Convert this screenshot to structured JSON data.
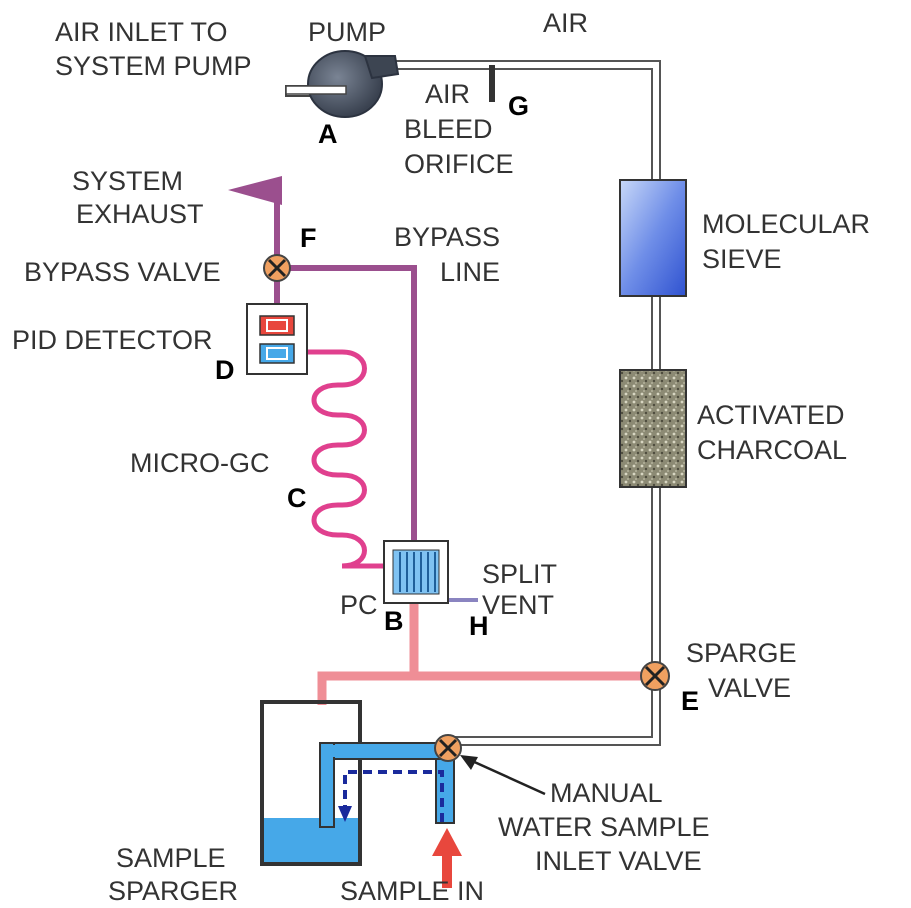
{
  "diagram": {
    "labels": {
      "air_inlet_line1": "AIR INLET TO",
      "air_inlet_line2": "SYSTEM PUMP",
      "pump": "PUMP",
      "air": "AIR",
      "air_bleed_line1": "AIR",
      "air_bleed_line2": "BLEED",
      "air_bleed_line3": "ORIFICE",
      "system_exhaust_line1": "SYSTEM",
      "system_exhaust_line2": "EXHAUST",
      "bypass_valve": "BYPASS VALVE",
      "bypass_line_line1": "BYPASS",
      "bypass_line_line2": "LINE",
      "pid_detector": "PID DETECTOR",
      "molecular_sieve_line1": "MOLECULAR",
      "molecular_sieve_line2": "SIEVE",
      "activated_charcoal_line1": "ACTIVATED",
      "activated_charcoal_line2": "CHARCOAL",
      "micro_gc": "MICRO-GC",
      "split_vent_line1": "SPLIT",
      "split_vent_line2": "VENT",
      "pc": "PC",
      "sparge_valve_line1": "SPARGE",
      "sparge_valve_line2": "VALVE",
      "manual_valve_line1": "MANUAL",
      "manual_valve_line2": "WATER SAMPLE",
      "manual_valve_line3": "INLET VALVE",
      "sample_sparger_line1": "SAMPLE",
      "sample_sparger_line2": "SPARGER",
      "sample_in": "SAMPLE IN"
    },
    "letters": {
      "a": "A",
      "b": "B",
      "c": "C",
      "d": "D",
      "e": "E",
      "f": "F",
      "g": "G",
      "h": "H"
    },
    "colors": {
      "exhaust_line": "#9b4f8e",
      "sample_line": "#ef8e96",
      "micro_gc_coil": "#e0408e",
      "water": "#46a8e8",
      "split_vent": "#8a84c0",
      "valve": "#f0a060",
      "sample_in_arrow": "#e8473d",
      "air_tube": "#555555"
    }
  }
}
